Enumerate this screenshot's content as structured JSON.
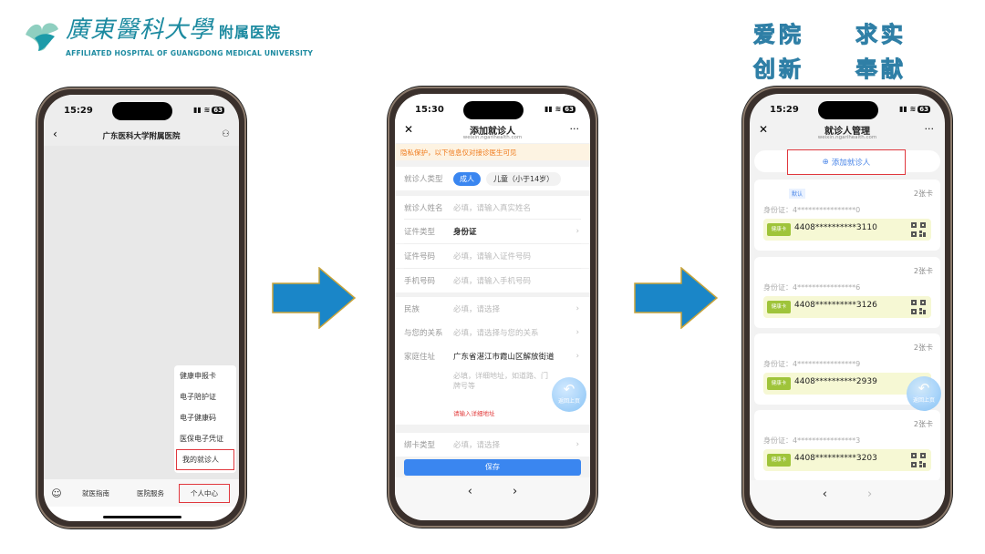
{
  "logo": {
    "cn_main": "廣東醫科大學",
    "cn_sub": "附属医院",
    "en": "AFFILIATED HOSPITAL OF GUANGDONG MEDICAL UNIVERSITY"
  },
  "slogan": [
    "爱院",
    "求实",
    "创新",
    "奉献"
  ],
  "colors": {
    "brand": "#1c8aa0",
    "accent_blue": "#4a86e8",
    "highlight_red": "#e0383e",
    "arrow": "#1a86c8",
    "health_card": "#9fc43a"
  },
  "phone1": {
    "time": "15:29",
    "battery": "63",
    "title": "广东医科大学附属医院",
    "menu": [
      "健康申报卡",
      "电子陪护证",
      "电子健康码",
      "医保电子凭证",
      "我的就诊人"
    ],
    "tabs": [
      "就医指南",
      "医院服务",
      "个人中心"
    ]
  },
  "phone2": {
    "time": "15:30",
    "battery": "63",
    "title": "添加就诊人",
    "url": "weixin.ngarihealth.com",
    "banner": "隐私保护，以下信息仅对接诊医生可见",
    "type_label": "就诊人类型",
    "type_options": [
      "成人",
      "儿童（小于14岁）"
    ],
    "rows": [
      {
        "label": "就诊人姓名",
        "value": "必填，请输入真实姓名"
      },
      {
        "label": "证件类型",
        "value": "身份证"
      },
      {
        "label": "证件号码",
        "value": "必填，请输入证件号码"
      },
      {
        "label": "手机号码",
        "value": "必填，请输入手机号码"
      },
      {
        "label": "民族",
        "value": "必填，请选择"
      },
      {
        "label": "与您的关系",
        "value": "必填，请选择与您的关系"
      },
      {
        "label": "家庭住址",
        "value": "广东省湛江市霞山区解放街道"
      }
    ],
    "address_detail_placeholder": "必填，详细地址，如道路、门牌号等",
    "error": "请输入详细地址",
    "card_type": {
      "label": "绑卡类型",
      "value": "必填，请选择"
    },
    "submit": "保存",
    "float_button": "返回上页"
  },
  "phone3": {
    "time": "15:29",
    "battery": "63",
    "title": "就诊人管理",
    "url": "weixin.ngarihealth.com",
    "add_button": "添加就诊人",
    "default_tag": "默认",
    "cards": [
      {
        "count": "2张卡",
        "id": "身份证：4****************0",
        "tag": "健康卡",
        "number": "4408**********3110"
      },
      {
        "count": "2张卡",
        "id": "身份证：4****************6",
        "tag": "健康卡",
        "number": "4408**********3126"
      },
      {
        "count": "2张卡",
        "id": "身份证：4****************9",
        "tag": "健康卡",
        "number": "4408**********2939"
      },
      {
        "count": "2张卡",
        "id": "身份证：4****************3",
        "tag": "健康卡",
        "number": "4408**********3203"
      }
    ],
    "float_button": "返回上页"
  }
}
